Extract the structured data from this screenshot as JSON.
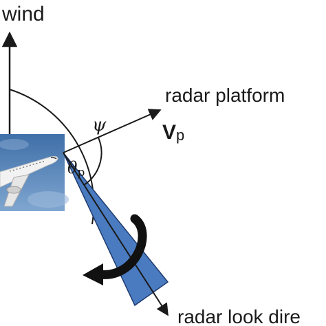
{
  "labels": {
    "wind": "wind",
    "radar_platform": "radar platform",
    "v_main": "V",
    "v_sub": "p",
    "psi": "ψ",
    "theta_main": "θ",
    "theta_sub": "p",
    "look_direction": "radar look dire"
  },
  "colors": {
    "line": "#1a1a1a",
    "beam_fill": "#4a7bc0",
    "beam_stroke": "#1e3a6e",
    "sky_top": "#3f6fa8",
    "sky_bottom": "#7fa6d0",
    "fuselage": "#f2f2f2"
  },
  "icons": {
    "aircraft": "aircraft-photo",
    "rotation": "curved-rotation-arrow"
  }
}
